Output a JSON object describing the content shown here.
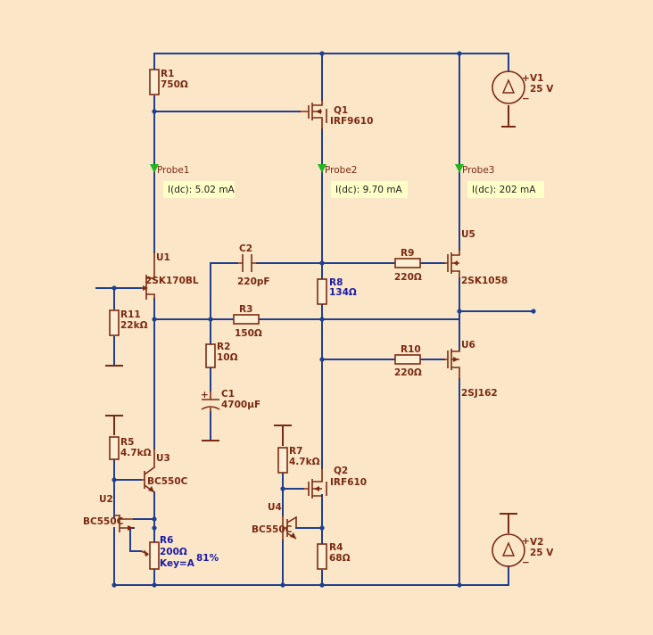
{
  "components": {
    "r1": {
      "name": "R1",
      "value": "750Ω"
    },
    "r2": {
      "name": "R2",
      "value": "10Ω"
    },
    "r3": {
      "name": "R3",
      "value": "150Ω"
    },
    "r4": {
      "name": "R4",
      "value": "68Ω"
    },
    "r5": {
      "name": "R5",
      "value": "4.7kΩ"
    },
    "r6": {
      "name": "R6",
      "value": "200Ω",
      "key": "Key=A",
      "setting": "81%"
    },
    "r7": {
      "name": "R7",
      "value": "4.7kΩ"
    },
    "r8": {
      "name": "R8",
      "value": "134Ω"
    },
    "r9": {
      "name": "R9",
      "value": "220Ω"
    },
    "r10": {
      "name": "R10",
      "value": "220Ω"
    },
    "r11": {
      "name": "R11",
      "value": "22kΩ"
    },
    "c1": {
      "name": "C1",
      "value": "4700μF"
    },
    "c2": {
      "name": "C2",
      "value": "220pF"
    },
    "q1": {
      "name": "Q1",
      "value": "IRF9610"
    },
    "q2": {
      "name": "Q2",
      "value": "IRF610"
    },
    "u1": {
      "name": "U1",
      "value": "2SK170BL"
    },
    "u2": {
      "name": "U2",
      "value": "BC550C"
    },
    "u3": {
      "name": "U3",
      "value": "BC550C"
    },
    "u4": {
      "name": "U4",
      "value": "BC550C"
    },
    "u5": {
      "name": "U5",
      "value": "2SK1058"
    },
    "u6": {
      "name": "U6",
      "value": "2SJ162"
    },
    "v1": {
      "name": "V1",
      "value": "25 V",
      "plus": "+",
      "minus": "−"
    },
    "v2": {
      "name": "V2",
      "value": "25 V",
      "plus": "+",
      "minus": "−"
    }
  },
  "probes": [
    {
      "name": "Probe1",
      "reading": "I(dc): 5.02 mA"
    },
    {
      "name": "Probe2",
      "reading": "I(dc): 9.70 mA"
    },
    {
      "name": "Probe3",
      "reading": "I(dc): 202 mA"
    }
  ],
  "colors": {
    "background": "#FBE6C8",
    "wire": "#1F3F8F",
    "component": "#7A2A12",
    "highlight_text": "#1A1AA8",
    "probe_arrow": "#22B422",
    "measure_box": "#FFFFC8"
  }
}
